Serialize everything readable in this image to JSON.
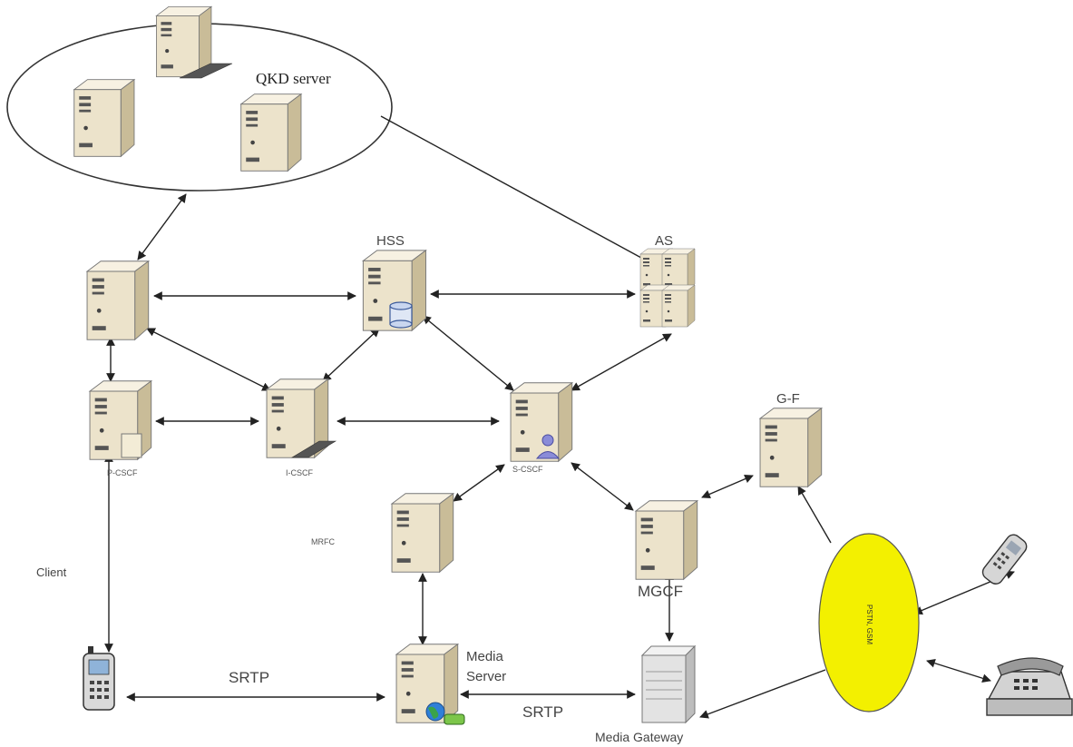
{
  "diagram": {
    "qkd_label": "QKD server",
    "hss_label": "HSS",
    "as_label": "AS",
    "pcscf_label": "P-CSCF",
    "icscf_label": "I-CSCF",
    "scscf_label": "S-CSCF",
    "gf_label": "G-F",
    "mrfc_label": "MRFC",
    "mgcf_label": "MGCF",
    "client_label": "Client",
    "srtp_left_label": "SRTP",
    "srtp_right_label": "SRTP",
    "media_server_line1": "Media",
    "media_server_line2": "Server",
    "media_gateway_label": "Media Gateway",
    "pstn_label": "PSTN, GSM"
  },
  "colors": {
    "server_front": "#ece3cb",
    "server_side": "#c9bc98",
    "server_top": "#f7f1e2",
    "pstn_fill": "#f3f000",
    "connector": "#222222"
  },
  "icons": [
    "server-icon",
    "server-cluster-icon",
    "database-icon",
    "user-icon",
    "keyboard-icon",
    "globe-icon",
    "mobile-phone-icon",
    "cordless-phone-icon",
    "desk-phone-icon",
    "gateway-icon"
  ]
}
